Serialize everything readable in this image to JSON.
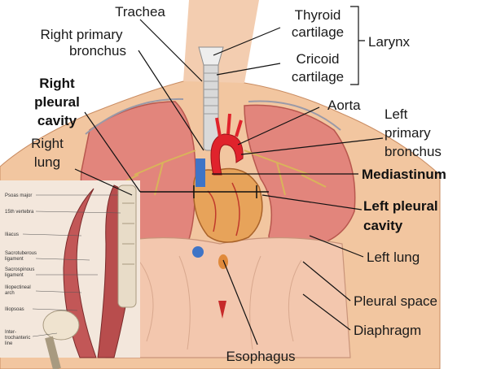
{
  "labels": {
    "trachea": "Trachea",
    "right_primary_bronchus": [
      "Right primary",
      "bronchus"
    ],
    "right_pleural_cavity": [
      "Right",
      "pleural",
      "cavity"
    ],
    "right_lung": [
      "Right",
      "lung"
    ],
    "thyroid_cartilage": [
      "Thyroid",
      "cartilage"
    ],
    "cricoid_cartilage": [
      "Cricoid",
      "cartilage"
    ],
    "larynx": "Larynx",
    "aorta": "Aorta",
    "left_primary_bronchus": [
      "Left",
      "primary",
      "bronchus"
    ],
    "mediastinum": "Mediastinum",
    "left_pleural_cavity": [
      "Left pleural",
      "cavity"
    ],
    "left_lung": "Left lung",
    "pleural_space": "Pleural space",
    "diaphragm": "Diaphragm",
    "esophagus": "Esophagus"
  },
  "inset_labels": {
    "psoas_major": "Psoas major",
    "vertebra": "15th vertebra",
    "iliacus": "Iliacus",
    "sacrotuberous": [
      "Sacrotuberous",
      "ligament"
    ],
    "sacrospinous": [
      "Sacrospinous",
      "ligament"
    ],
    "iliopectineal": [
      "Iliopectineal",
      "arch"
    ],
    "iliopsoas": "Iliopsoas",
    "intertrochanteric": [
      "Inter-",
      "trochanteric",
      "line"
    ]
  },
  "colors": {
    "skin": "#f2c6a0",
    "lung": "#e2857c",
    "heart": "#e7a35a",
    "aorta": "#e0232c",
    "diaphragm": "#f3c7ae",
    "trachea": "#d9d9d9"
  }
}
